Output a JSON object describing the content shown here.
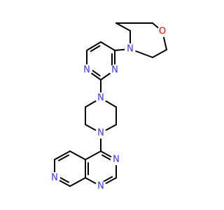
{
  "molecule": {
    "colors": {
      "bond": "#000000",
      "nitrogen": "#3333ff",
      "oxygen": "#ff0000",
      "background": "#ffffff"
    },
    "atoms": [
      {
        "id": "o_morpholine",
        "element": "O",
        "label": "O"
      },
      {
        "id": "n_morpholine",
        "element": "N",
        "label": "N"
      },
      {
        "id": "n_pyrimidine_3",
        "element": "N",
        "label": "N"
      },
      {
        "id": "n_pyrimidine_1",
        "element": "N",
        "label": "N"
      },
      {
        "id": "n_piperazine_top",
        "element": "N",
        "label": "N"
      },
      {
        "id": "n_piperazine_bottom",
        "element": "N",
        "label": "N"
      },
      {
        "id": "n_pyridopyrimidine_3",
        "element": "N",
        "label": "N"
      },
      {
        "id": "n_pyridopyrimidine_1",
        "element": "N",
        "label": "N"
      },
      {
        "id": "n_pyridine",
        "element": "N",
        "label": "N"
      }
    ]
  }
}
